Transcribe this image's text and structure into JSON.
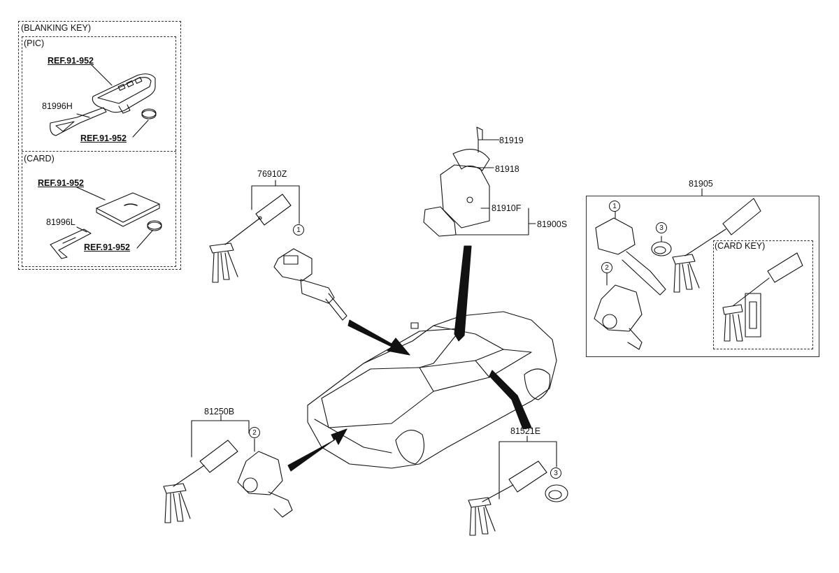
{
  "blanking": {
    "title": "(BLANKING KEY)",
    "pic": {
      "title": "(PIC)",
      "ref1": "REF.91-952",
      "part": "81996H",
      "ref2": "REF.91-952"
    },
    "card": {
      "title": "(CARD)",
      "ref1": "REF.91-952",
      "part": "81996L",
      "ref2": "REF.91-952"
    }
  },
  "parts": {
    "p76910Z": "76910Z",
    "p81919": "81919",
    "p81918": "81918",
    "p81910F": "81910F",
    "p81900S": "81900S",
    "p81905": "81905",
    "card_key": "(CARD KEY)",
    "p81250B": "81250B",
    "p81521E": "81521E"
  },
  "callouts": {
    "one": "1",
    "two": "2",
    "three": "3"
  }
}
